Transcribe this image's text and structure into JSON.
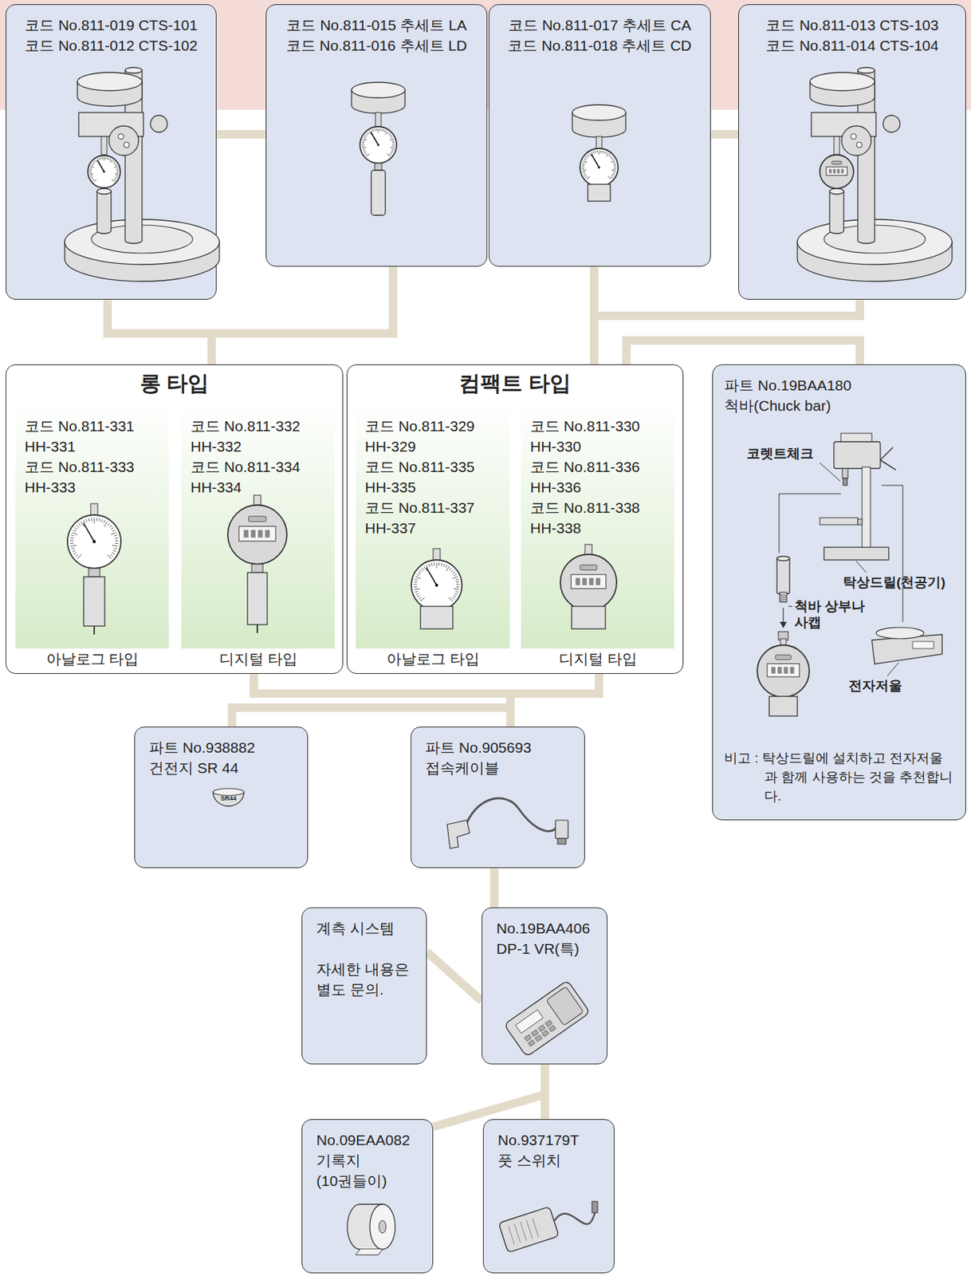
{
  "diagram": {
    "nodes": [
      {
        "text": [
          "코드 No.811-019 CTS-101",
          "코드 No.811-012 CTS-102"
        ]
      },
      {
        "text": [
          "코드 No.811-015 추세트 LA",
          "코드 No.811-016 추세트 LD"
        ]
      },
      {
        "text": [
          "코드 No.811-017 추세트 CA",
          "코드 No.811-018 추세트 CD"
        ]
      },
      {
        "text": [
          "코드 No.811-013 CTS-103",
          "코드 No.811-014 CTS-104"
        ]
      },
      {
        "text": [
          "롱 타입"
        ]
      },
      {
        "text": [
          "코드 No.811-331",
          "HH-331",
          "코드 No.811-333",
          "HH-333",
          "아날로그 타입"
        ],
        "in": 4
      },
      {
        "text": [
          "코드 No.811-332",
          "HH-332",
          "코드 No.811-334",
          "HH-334",
          "디지털 타입"
        ],
        "in": 4
      },
      {
        "text": [
          "컴팩트 타입"
        ]
      },
      {
        "text": [
          "코드 No.811-329",
          "HH-329",
          "코드 No.811-335",
          "HH-335",
          "코드 No.811-337",
          "HH-337",
          "아날로그 타입"
        ],
        "in": 7
      },
      {
        "text": [
          "코드 No.811-330",
          "HH-330",
          "코드 No.811-336",
          "HH-336",
          "코드 No.811-338",
          "HH-338",
          "디지털 타입"
        ],
        "in": 7
      },
      {
        "text": [
          "파트 No.19BAA180",
          "척바(Chuck bar)",
          "비고 : 탁상드릴에 설치하고 전자저울과 함께 사용하는 것을 추천합니다."
        ]
      },
      {
        "text": [
          "파트 No.938882",
          "건전지 SR 44"
        ]
      },
      {
        "text": [
          "파트 No.905693",
          "접속케이블"
        ]
      },
      {
        "text": [
          "계측 시스템",
          "자세한 내용은 별도 문의."
        ]
      },
      {
        "text": [
          "No.19BAA406",
          "DP-1 VR(특)"
        ]
      },
      {
        "text": [
          "No.09EAA082",
          "기록지",
          "(10권들이)"
        ]
      },
      {
        "text": [
          "No.937179T",
          "풋 스위치"
        ]
      }
    ],
    "edges": [
      {
        "from": 0,
        "to": 1,
        "arrow": "none"
      },
      {
        "from": 2,
        "to": 3,
        "arrow": "none"
      },
      {
        "from": 0,
        "to": 4,
        "arrow": "none"
      },
      {
        "from": 1,
        "to": 4,
        "arrow": "none"
      },
      {
        "from": 2,
        "to": 7,
        "arrow": "none"
      },
      {
        "from": 3,
        "to": 7,
        "arrow": "none"
      },
      {
        "from": 10,
        "to": 7,
        "arrow": "none"
      },
      {
        "from": 6,
        "to": 11,
        "arrow": "none"
      },
      {
        "from": 6,
        "to": 12,
        "arrow": "none"
      },
      {
        "from": 9,
        "to": 11,
        "arrow": "none"
      },
      {
        "from": 9,
        "to": 12,
        "arrow": "none"
      },
      {
        "from": 12,
        "to": 14,
        "arrow": "none"
      },
      {
        "from": 13,
        "to": 14,
        "arrow": "none"
      },
      {
        "from": 14,
        "to": 15,
        "arrow": "none"
      },
      {
        "from": 14,
        "to": 16,
        "arrow": "none"
      }
    ],
    "labels": [
      "코렛트체크",
      "탁상드릴(천공기)",
      "척바 상부나사캡",
      "전자저울",
      "SR44"
    ]
  }
}
